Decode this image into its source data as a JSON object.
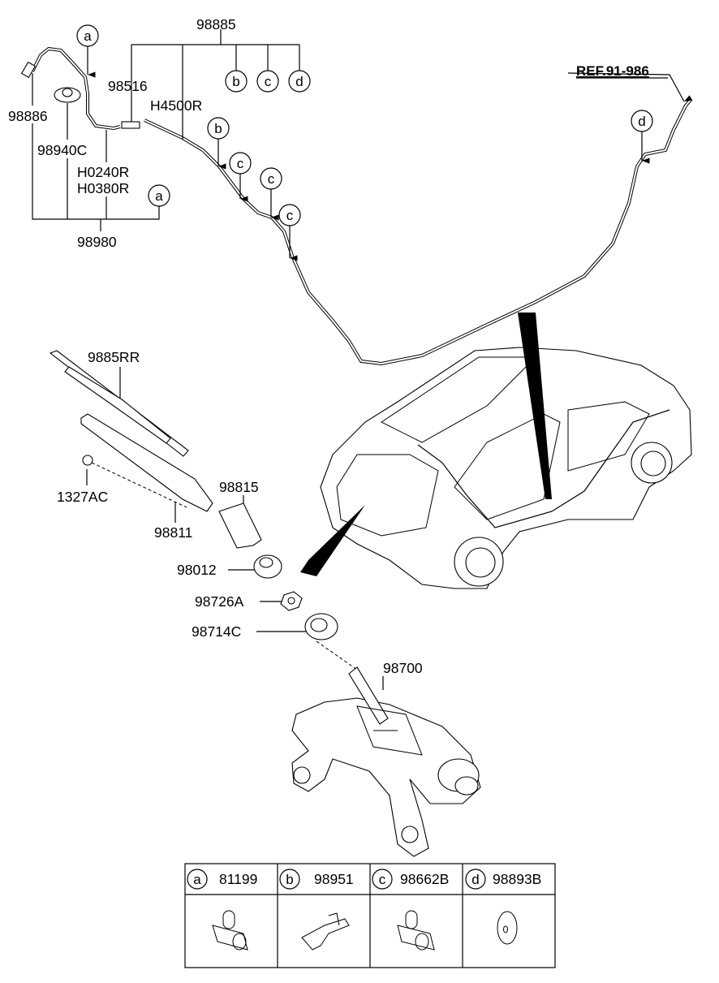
{
  "diagram": {
    "ref_label": "REF.91-986",
    "part_labels": {
      "p98885": "98885",
      "p98516": "98516",
      "pH4500R": "H4500R",
      "p98886": "98886",
      "p98940C": "98940C",
      "pH0240R": "H0240R",
      "pH0380R": "H0380R",
      "p98980": "98980",
      "p9885RR": "9885RR",
      "p1327AC": "1327AC",
      "p98815": "98815",
      "p98811": "98811",
      "p98012": "98012",
      "p98726A": "98726A",
      "p98714C": "98714C",
      "p98700": "98700"
    },
    "callouts": {
      "a": "a",
      "b": "b",
      "c": "c",
      "d": "d"
    },
    "legend_table": [
      {
        "letter": "a",
        "part": "81199"
      },
      {
        "letter": "b",
        "part": "98951"
      },
      {
        "letter": "c",
        "part": "98662B"
      },
      {
        "letter": "d",
        "part": "98893B"
      }
    ]
  }
}
